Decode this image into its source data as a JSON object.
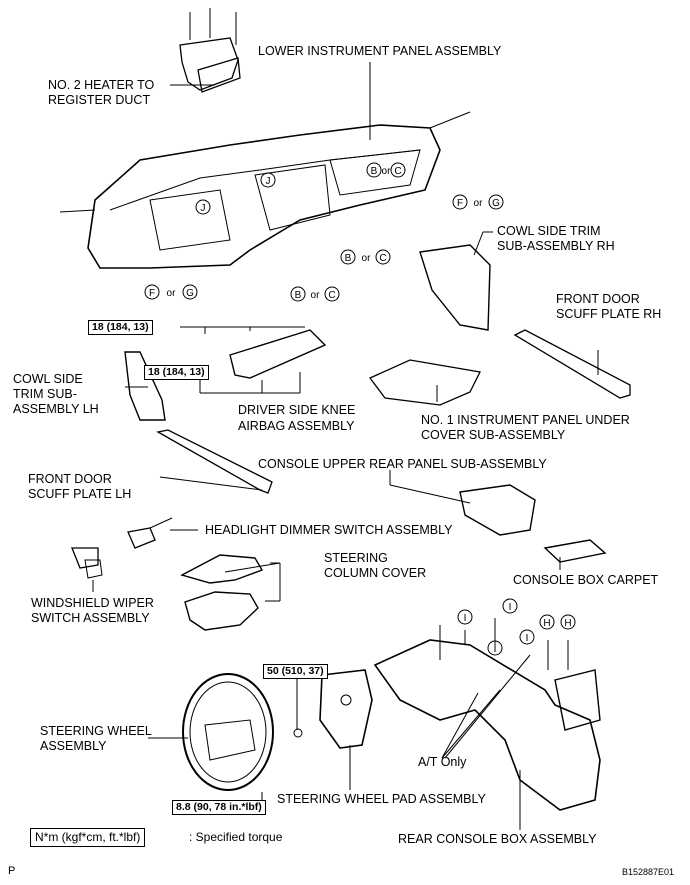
{
  "labels": {
    "lower_instrument_panel": "LOWER INSTRUMENT PANEL ASSEMBLY",
    "heater_duct_1": "NO. 2 HEATER TO",
    "heater_duct_2": "REGISTER DUCT",
    "cowl_rh_1": "COWL SIDE TRIM",
    "cowl_rh_2": "SUB-ASSEMBLY RH",
    "scuff_rh_1": "FRONT DOOR",
    "scuff_rh_2": "SCUFF PLATE RH",
    "cowl_lh_1": "COWL SIDE",
    "cowl_lh_2": "TRIM SUB-",
    "cowl_lh_3": "ASSEMBLY LH",
    "knee_airbag_1": "DRIVER SIDE KNEE",
    "knee_airbag_2": "AIRBAG ASSEMBLY",
    "under_cover_1": "NO. 1 INSTRUMENT PANEL UNDER",
    "under_cover_2": "COVER SUB-ASSEMBLY",
    "scuff_lh_1": "FRONT DOOR",
    "scuff_lh_2": "SCUFF PLATE LH",
    "console_upper_rear": "CONSOLE UPPER REAR PANEL SUB-ASSEMBLY",
    "headlight_switch": "HEADLIGHT DIMMER SWITCH ASSEMBLY",
    "steering_cover_1": "STEERING",
    "steering_cover_2": "COLUMN COVER",
    "console_carpet": "CONSOLE BOX CARPET",
    "wiper_switch_1": "WINDSHIELD WIPER",
    "wiper_switch_2": "SWITCH ASSEMBLY",
    "steering_wheel_1": "STEERING WHEEL",
    "steering_wheel_2": "ASSEMBLY",
    "at_only": "A/T Only",
    "steering_pad": "STEERING WHEEL PAD ASSEMBLY",
    "rear_console": "REAR CONSOLE BOX ASSEMBLY"
  },
  "callouts": {
    "j": "J",
    "b": "B",
    "c": "C",
    "f": "F",
    "g": "G",
    "h": "H",
    "i": "I",
    "or": "or"
  },
  "torques": {
    "knee_upper": "18 (184, 13)",
    "knee_lower": "18 (184, 13)",
    "pad": "50 (510, 37)",
    "wheel": "8.8 (90, 78 in.*lbf)"
  },
  "legend": {
    "unit": "N*m (kgf*cm, ft.*lbf)",
    "text": ": Specified torque"
  },
  "footer": {
    "page_mark": "P",
    "figure_id": "B152887E01"
  }
}
